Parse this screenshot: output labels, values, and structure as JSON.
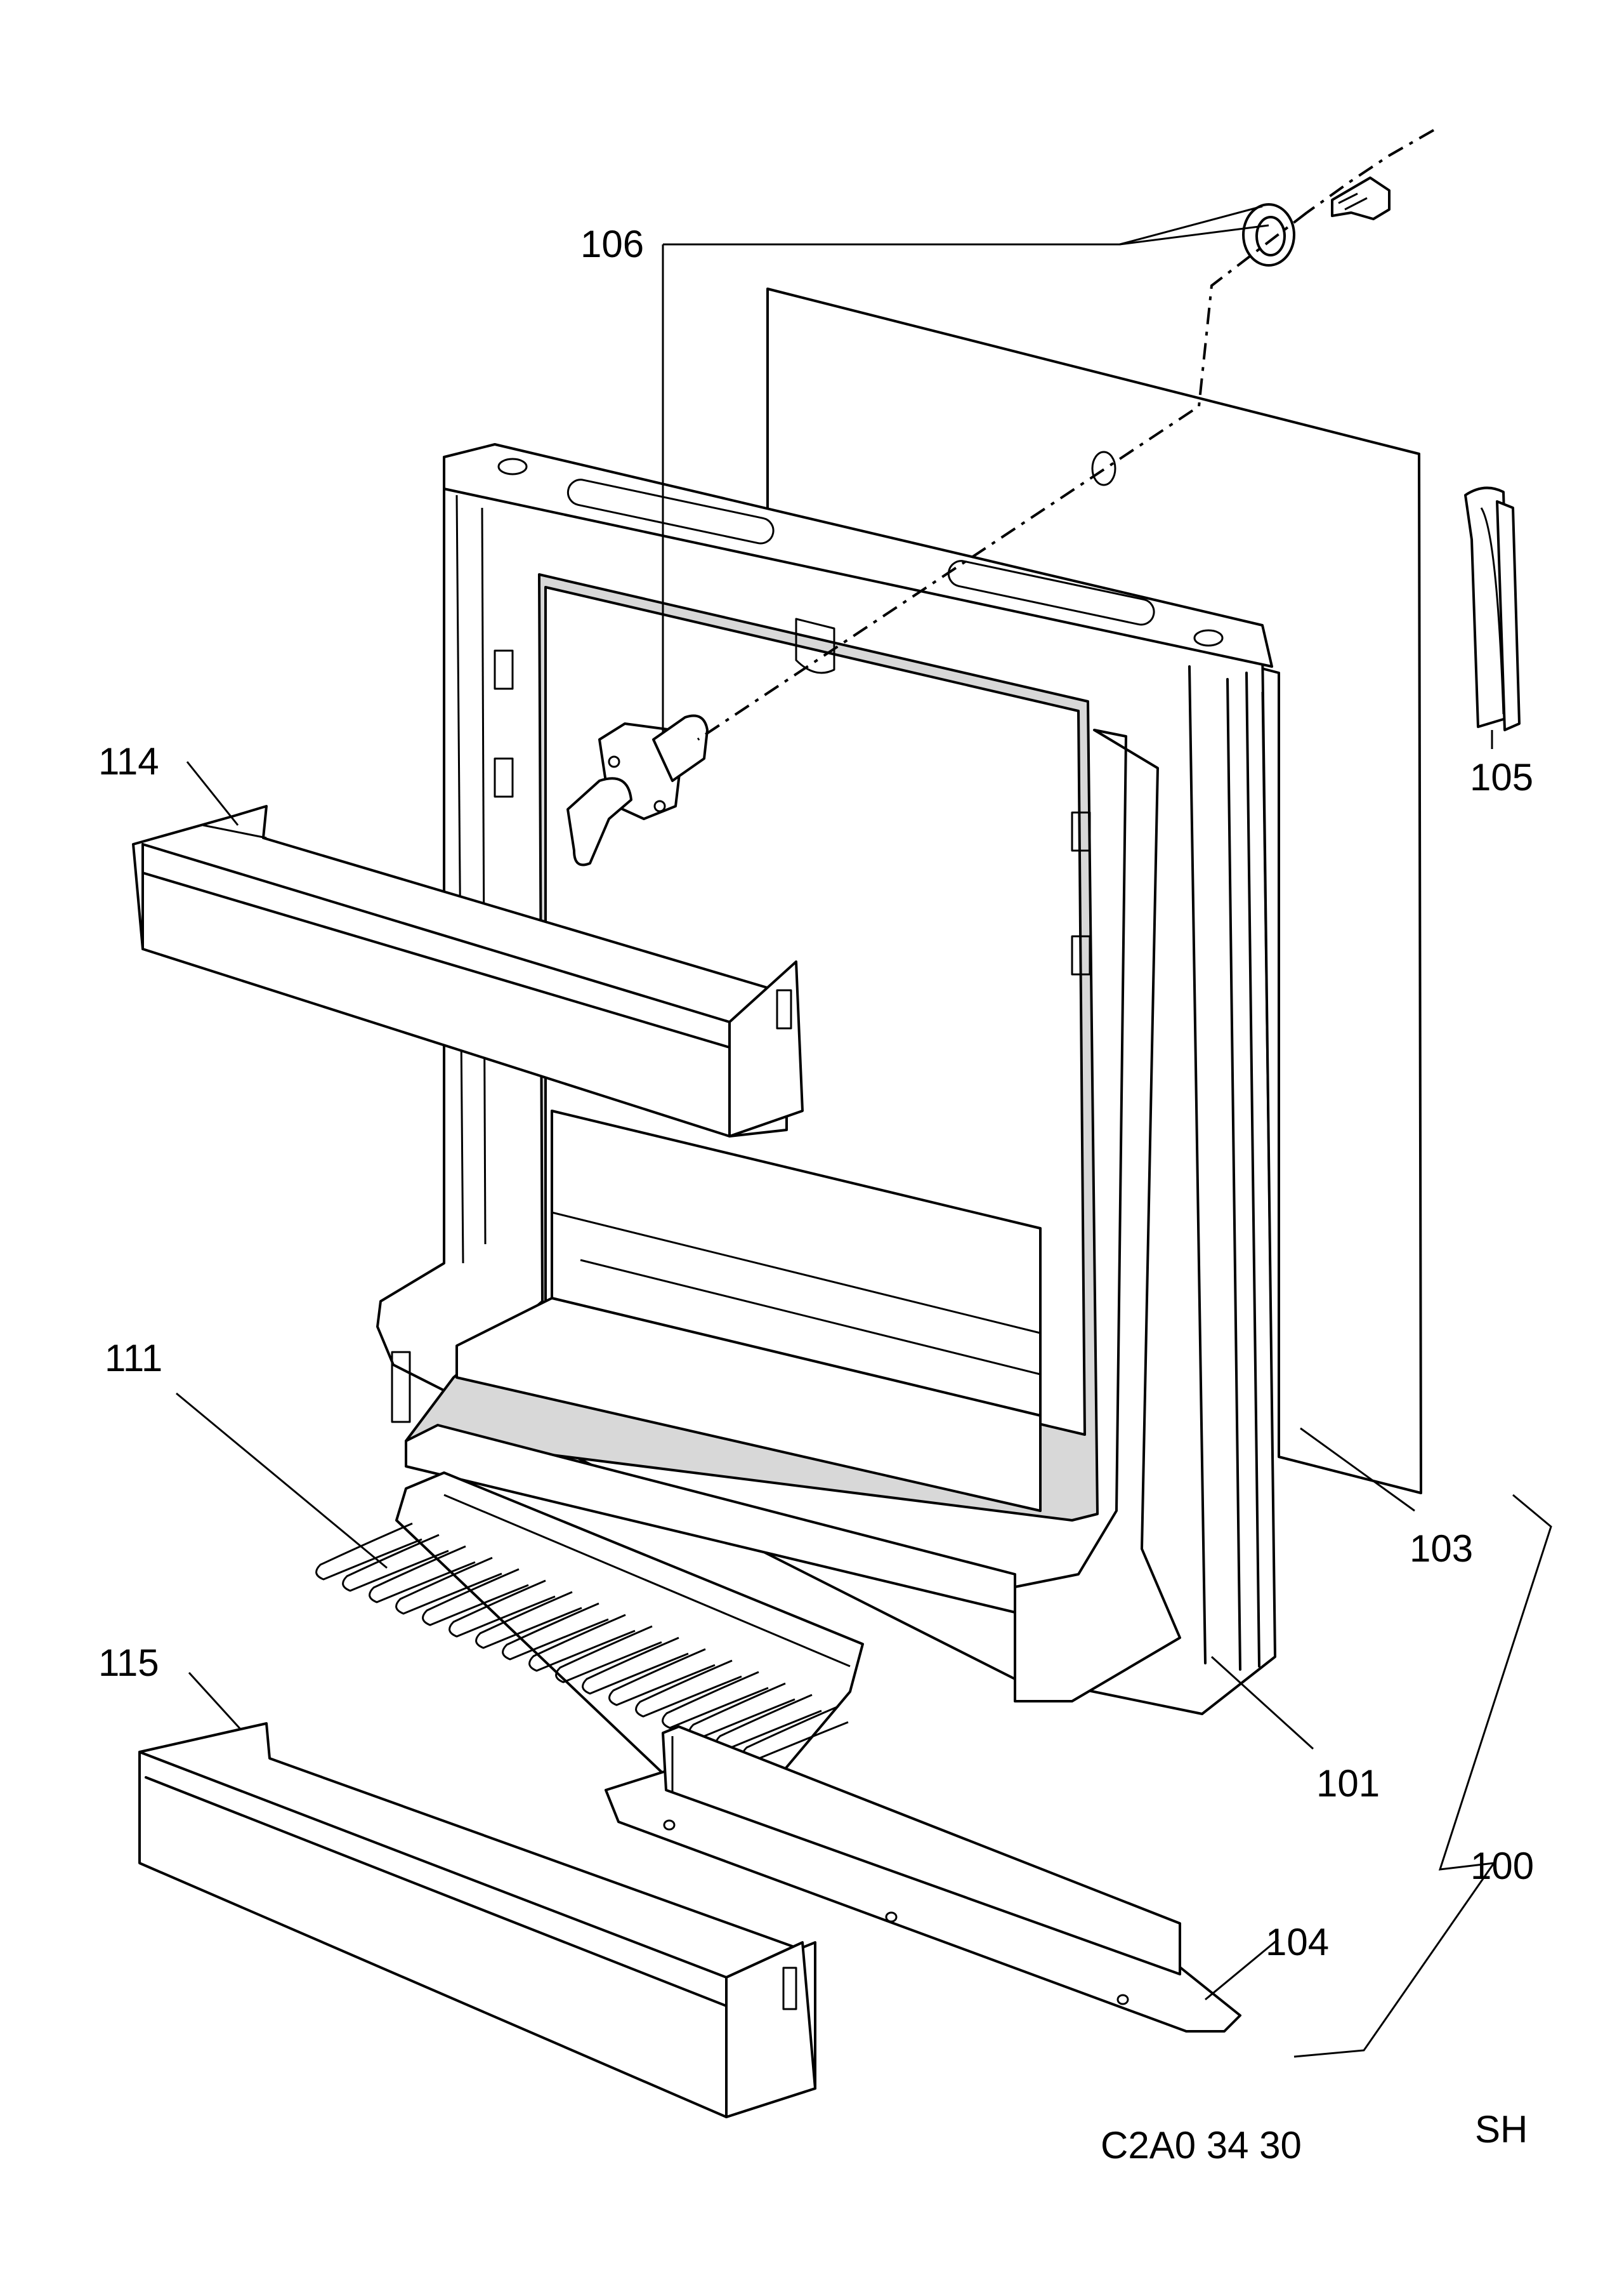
{
  "labels": {
    "door_assembly": "100",
    "door_frame": "101",
    "door_panel": "103",
    "bottom_strip": "104",
    "hinge_bracket": "105",
    "lock_set": "106",
    "drip_comb": "111",
    "upper_shelf": "114",
    "lower_shelf": "115"
  },
  "drawing_code": "C2A0 34 30",
  "drawing_mark": "SH",
  "colors": {
    "line": "#000000",
    "background": "#ffffff"
  }
}
